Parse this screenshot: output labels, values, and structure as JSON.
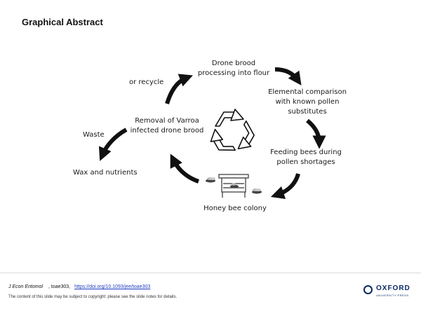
{
  "title": "Graphical Abstract",
  "nodes": {
    "drone_brood": [
      "Drone brood",
      "processing into flour"
    ],
    "elemental": [
      "Elemental comparison",
      "with known pollen",
      "substitutes"
    ],
    "feeding": [
      "Feeding bees during",
      "pollen shortages"
    ],
    "colony": "Honey bee colony",
    "removal": [
      "Removal of Varroa",
      "infected drone brood"
    ],
    "recycle": "or recycle",
    "waste": "Waste",
    "wax": "Wax and nutrients"
  },
  "footer": {
    "journal": "J Econ Entomol",
    "ref": ", toae303,",
    "doi": "https://doi.org/10.1093/jee/toae303",
    "note": "The content of this slide may be subject to copyright: please see the slide notes for details.",
    "publisher": "OXFORD",
    "publisher_sub": "UNIVERSITY PRESS"
  },
  "colors": {
    "arrow": "#111111",
    "logo": "#0a2a66",
    "link": "#1f3fbf"
  },
  "icons": [
    "recycle-icon",
    "beehive-icon",
    "bee-icon",
    "curved-arrow-icon"
  ]
}
